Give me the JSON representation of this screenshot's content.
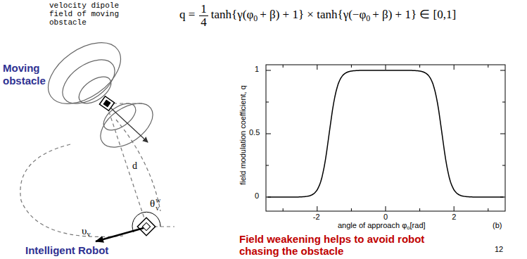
{
  "diagram": {
    "caption": "Field weakening helps to avoid robot chasing the obstacle",
    "labels": [
      "velocity dipole field of moving obstacle",
      "q =",
      "1",
      "4",
      "tanh{γ(φ",
      "0",
      "+ β) + 1} × tanh{γ(−φ",
      "0",
      "+ β) + 1} ∈ [0,1]",
      "Moving obstacle",
      "d",
      "θ",
      "w",
      "v",
      "υ",
      "v",
      "Intelligent Robot",
      "1",
      "0.5",
      "0",
      "-2",
      "0",
      "2",
      "field modulation coefficient, q",
      "angle of approach φ",
      "o",
      "[rad]",
      "(b)",
      "12"
    ]
  }
}
